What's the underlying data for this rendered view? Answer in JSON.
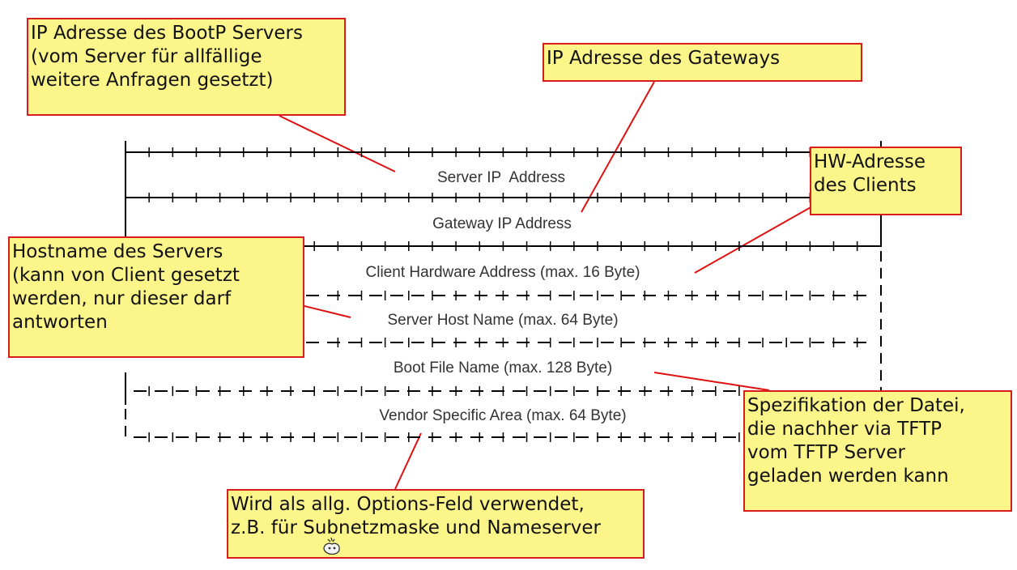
{
  "fields": [
    {
      "id": "server-ip",
      "label": "Server IP  Address"
    },
    {
      "id": "gateway-ip",
      "label": "Gateway IP Address"
    },
    {
      "id": "client-hw",
      "label": "Client Hardware Address (max. 16 Byte)"
    },
    {
      "id": "server-host",
      "label": "Server Host Name (max. 64 Byte)"
    },
    {
      "id": "boot-file",
      "label": "Boot File Name (max. 128 Byte)"
    },
    {
      "id": "vendor-area",
      "label": "Vendor Specific Area (max. 64 Byte)"
    }
  ],
  "callouts": {
    "bootp": "IP Adresse des BootP Servers\n(vom Server für allfällige\nweitere Anfragen gesetzt)",
    "gateway": "IP Adresse des Gateways",
    "hw": "HW-Adresse\ndes Clients",
    "hostname": "Hostname des Servers\n(kann von Client gesetzt\nwerden, nur dieser darf\nantworten",
    "bootfile": "Spezifikation der Datei,\ndie nachher via TFTP\nvom TFTP Server\ngeladen werden kann",
    "vendor": "Wird als allg. Options-Feld verwendet,\nz.B. für Subnetzmaske und Nameserver"
  },
  "colors": {
    "callout_fill": "#fcf68a",
    "callout_border": "#d91c1c",
    "connector": "#e01010",
    "diagram_line": "#000000"
  },
  "cursor_icon": "busy-cursor-icon"
}
